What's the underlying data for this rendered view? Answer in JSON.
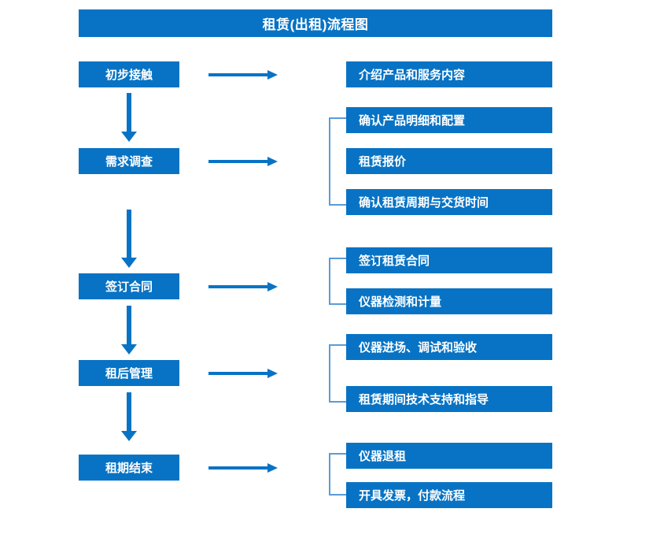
{
  "diagram": {
    "title": "租赁(出租)流程图",
    "theme": {
      "box_fill": "#0873c4",
      "box_text": "#ffffff",
      "arrow_color": "#0873c4",
      "bracket_color": "#5b9bd5",
      "background": "#ffffff"
    },
    "stages": [
      {
        "id": "stage-1",
        "label": "初步接触",
        "details": [
          "介绍产品和服务内容"
        ],
        "has_bracket": false,
        "has_arrow_to_next": true
      },
      {
        "id": "stage-2",
        "label": "需求调查",
        "details": [
          "确认产品明细和配置",
          "租赁报价",
          "确认租赁周期与交货时间"
        ],
        "has_bracket": true,
        "has_arrow_to_next": true
      },
      {
        "id": "stage-3",
        "label": "签订合同",
        "details": [
          "签订租赁合同",
          "仪器检测和计量"
        ],
        "has_bracket": true,
        "has_arrow_to_next": true
      },
      {
        "id": "stage-4",
        "label": "租后管理",
        "details": [
          "仪器进场、调试和验收",
          "租赁期间技术支持和指导"
        ],
        "has_bracket": true,
        "has_arrow_to_next": true
      },
      {
        "id": "stage-5",
        "label": "租期结束",
        "details": [
          "仪器退租",
          "开具发票，付款流程"
        ],
        "has_bracket": true,
        "has_arrow_to_next": false
      }
    ]
  }
}
